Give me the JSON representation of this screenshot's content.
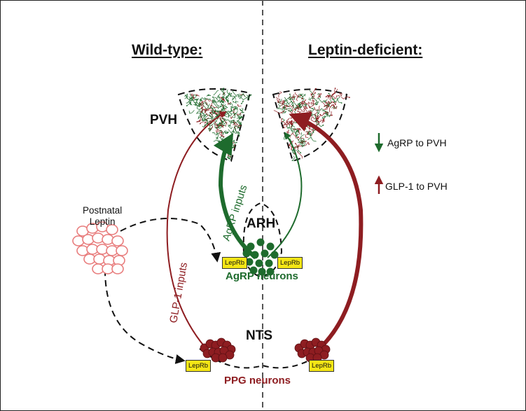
{
  "titles": {
    "left": "Wild-type:",
    "right": "Leptin-deficient:"
  },
  "regions": {
    "pvh": "PVH",
    "arh": "ARH",
    "nts": "NTS"
  },
  "labels": {
    "postnatal_leptin": [
      "Postnatal",
      "Leptin"
    ],
    "agrp_inputs": "AgRP inputs",
    "glp1_inputs": "GLP-1 inputs",
    "agrp_neurons": "AgRP neurons",
    "ppg_neurons": "PPG neurons",
    "leprb": "LepRb"
  },
  "legend": {
    "agrp": "AgRP  to PVH",
    "glp1": "GLP-1 to PVH"
  },
  "colors": {
    "green": "#1e6b2d",
    "red": "#8e1d21",
    "yellow": "#f5e616",
    "adipose": "#e87d7d"
  }
}
